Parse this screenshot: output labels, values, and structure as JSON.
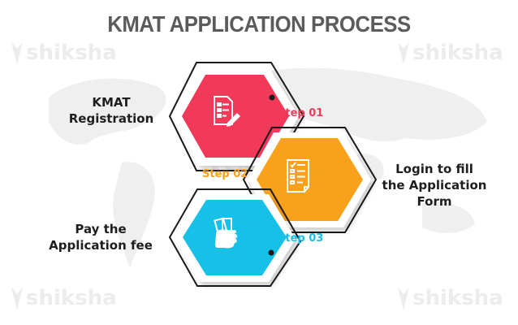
{
  "title": "KMAT APPLICATION PROCESS",
  "watermark": "shiksha",
  "steps": [
    {
      "step": "Step 01",
      "label_line1": "KMAT",
      "label_line2": "Registration",
      "label_line3": "",
      "color": "#f2395a",
      "icon": "form-edit-icon"
    },
    {
      "step": "Step 02",
      "label_line1": "Login to fill",
      "label_line2": "the Application",
      "label_line3": "Form",
      "color": "#f9a11b",
      "icon": "checklist-icon"
    },
    {
      "step": "Step 03",
      "label_line1": "Pay the",
      "label_line2": "Application fee",
      "label_line3": "",
      "color": "#16c0e6",
      "icon": "hand-money-icon"
    }
  ],
  "outline_color": "#1a1a1a",
  "map_color": "#eeeeee"
}
